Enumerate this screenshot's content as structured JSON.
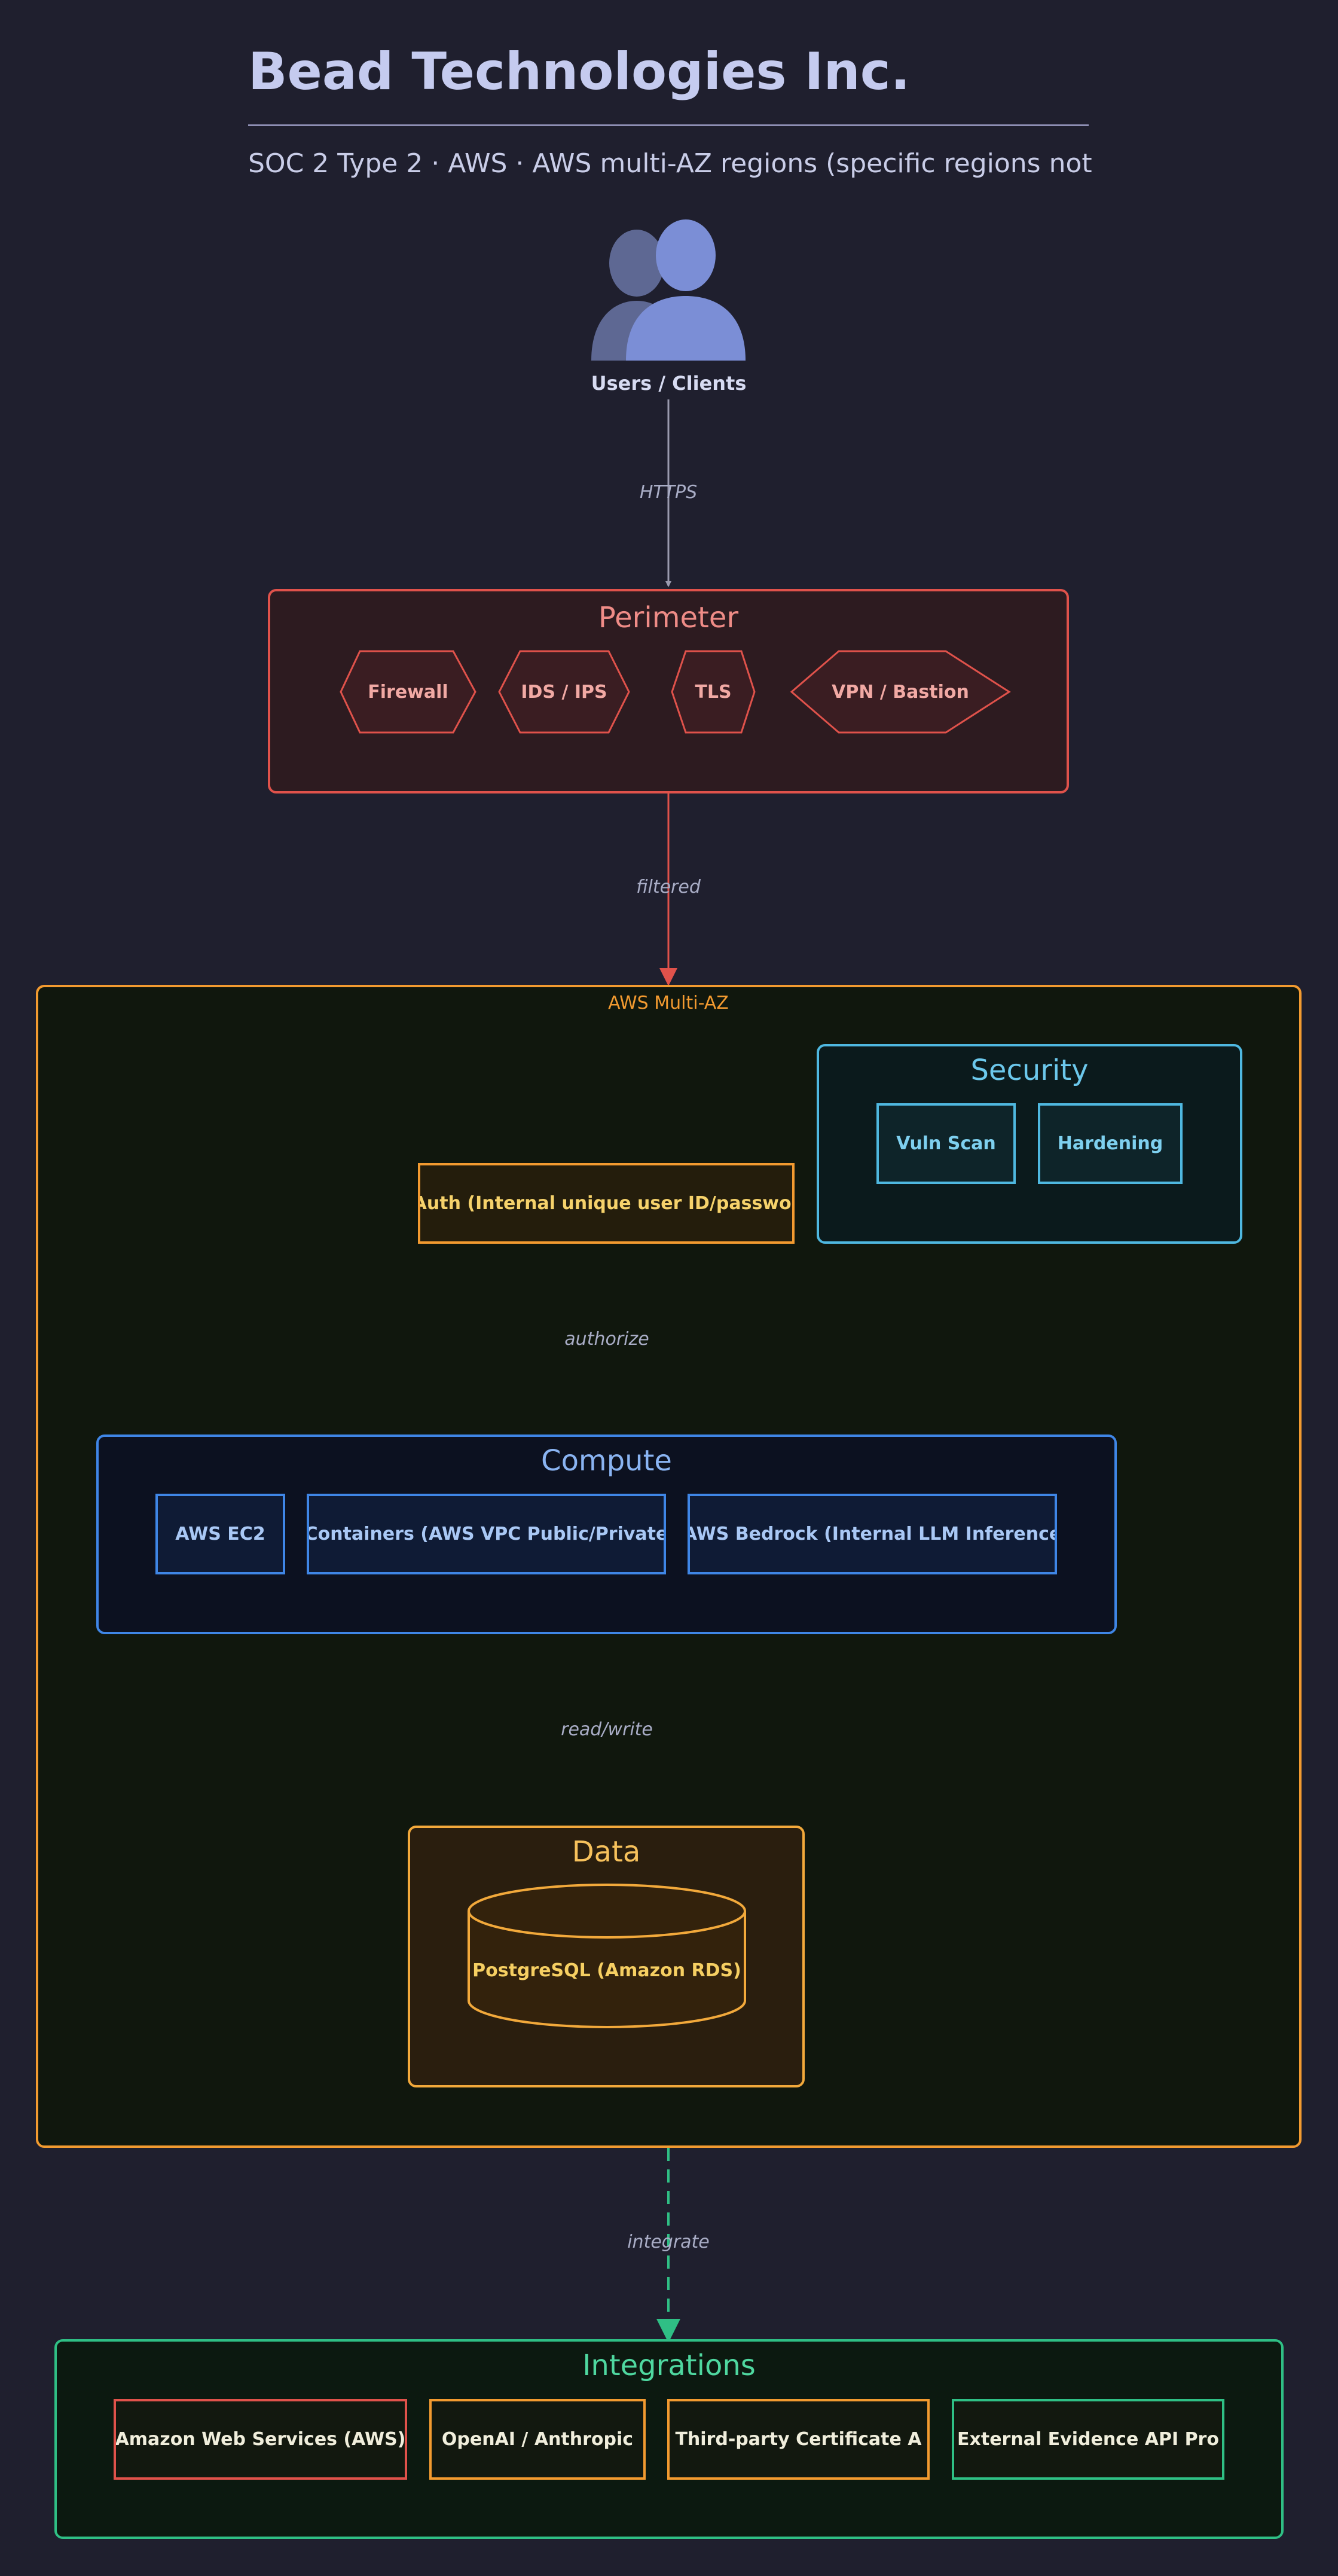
{
  "header": {
    "title": "Bead Technologies Inc.",
    "subtitle": "SOC 2 Type 2 · AWS · AWS multi-AZ regions (specific regions not"
  },
  "actor": {
    "label": "Users / Clients",
    "icon": "users-icon"
  },
  "edges": {
    "https": "HTTPS",
    "filtered": "filtered",
    "authorize": "authorize",
    "read_write": "read/write",
    "integrate": "integrate"
  },
  "perimeter": {
    "title": "Perimeter",
    "items": [
      "Firewall",
      "IDS / IPS",
      "TLS",
      "VPN / Bastion"
    ]
  },
  "zone": {
    "title": "AWS Multi-AZ"
  },
  "security": {
    "title": "Security",
    "items": [
      "Vuln Scan",
      "Hardening"
    ]
  },
  "auth": {
    "label": "Auth (Internal unique user ID/passwo)"
  },
  "compute": {
    "title": "Compute",
    "items": [
      "AWS EC2",
      "Containers (AWS VPC Public/Private",
      "AWS Bedrock (Internal LLM Inference"
    ]
  },
  "data_group": {
    "title": "Data",
    "db": "PostgreSQL (Amazon RDS)"
  },
  "integrations": {
    "title": "Integrations",
    "items": [
      "Amazon Web Services (AWS)",
      "OpenAI / Anthropic",
      "Third-party Certificate A",
      "External Evidence API Pro"
    ]
  },
  "colors": {
    "background": "#1f1f2e",
    "perimeter": "#e0524b",
    "zone": "#f29a30",
    "security": "#4fb8e0",
    "compute": "#3f86e6",
    "data": "#f2a93b",
    "integrations": "#2fbf85"
  }
}
